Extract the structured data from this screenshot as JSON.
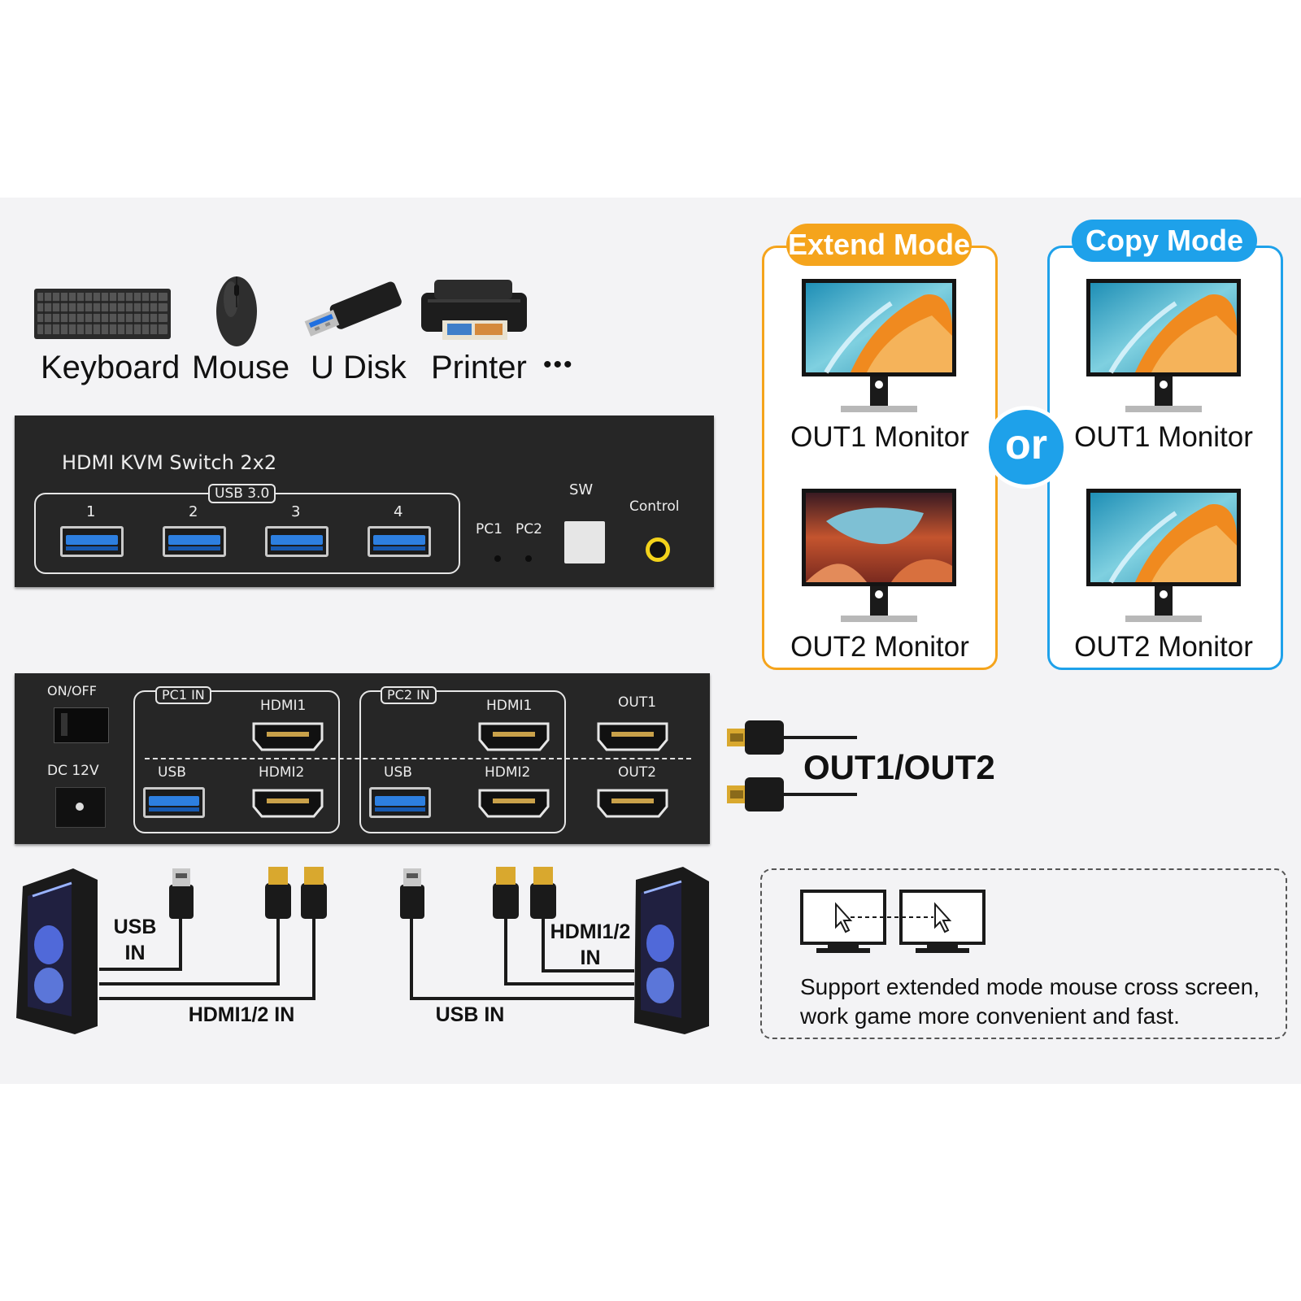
{
  "devices": {
    "keyboard": "Keyboard",
    "mouse": "Mouse",
    "udisk": "U Disk",
    "printer": "Printer",
    "more": "•••"
  },
  "front_panel": {
    "title": "HDMI KVM Switch 2x2",
    "usb_tag": "USB 3.0",
    "ports": [
      "1",
      "2",
      "3",
      "4"
    ],
    "pc1": "PC1",
    "pc2": "PC2",
    "sw": "SW",
    "control": "Control"
  },
  "back_panel": {
    "on_off": "ON/OFF",
    "dc": "DC 12V",
    "pc1_in": "PC1 IN",
    "pc2_in": "PC2 IN",
    "hdmi1": "HDMI1",
    "hdmi2": "HDMI2",
    "usb": "USB",
    "out1": "OUT1",
    "out2": "OUT2"
  },
  "out_label": "OUT1/OUT2",
  "modes": {
    "extend": {
      "title": "Extend Mode",
      "monitor1": "OUT1 Monitor",
      "monitor2": "OUT2 Monitor",
      "color": "#f5a41c"
    },
    "copy": {
      "title": "Copy Mode",
      "monitor1": "OUT1 Monitor",
      "monitor2": "OUT2 Monitor",
      "color": "#1ea1ea"
    },
    "or": "or"
  },
  "cables": {
    "left_usb": "USB\nIN",
    "left_hdmi": "HDMI1/2 IN",
    "right_usb": "USB IN",
    "right_hdmi": "HDMI1/2\nIN"
  },
  "feature": {
    "line1": "Support extended mode mouse cross screen,",
    "line2": "work game more convenient and fast."
  }
}
